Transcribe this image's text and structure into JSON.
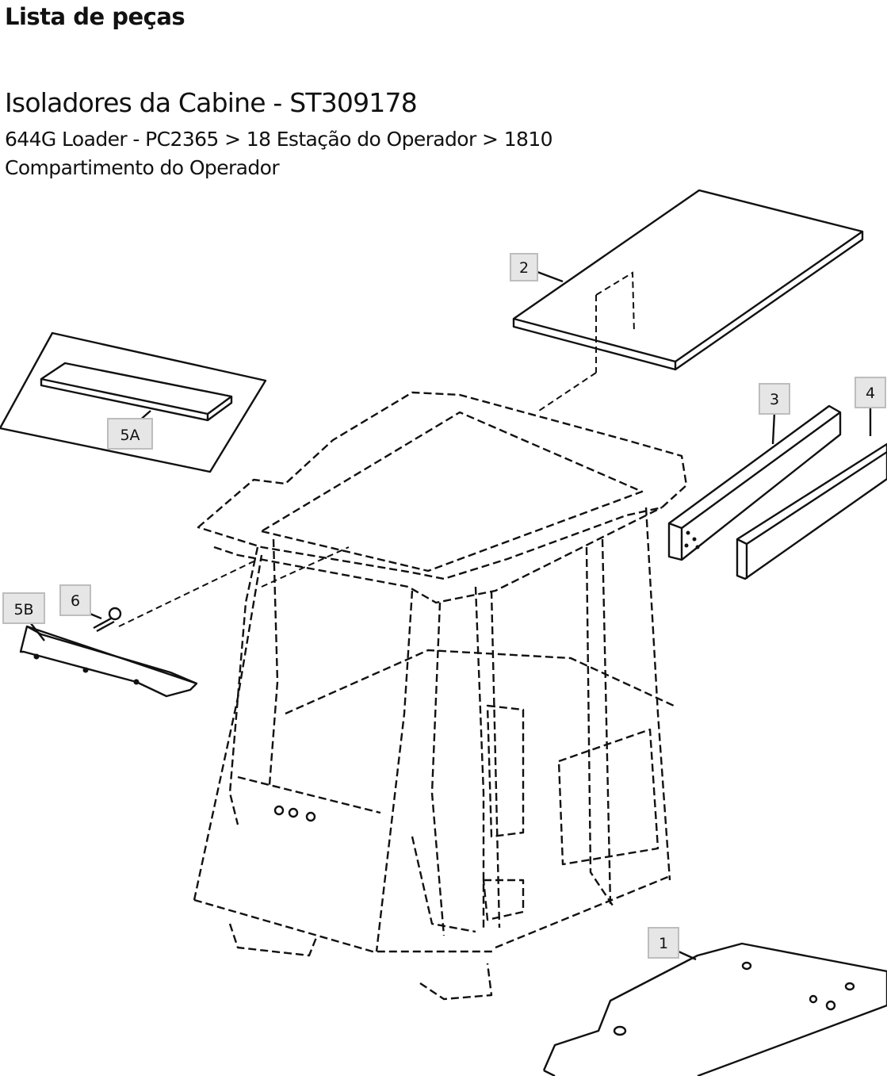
{
  "header": {
    "heading": "Lista de peças",
    "title": "Isoladores da Cabine - ST309178",
    "breadcrumb": "644G Loader - PC2365 > 18 Estação do Operador > 1810 Compartimento do Operador"
  },
  "diagram": {
    "callouts": [
      {
        "id": "1",
        "label": "1"
      },
      {
        "id": "2",
        "label": "2"
      },
      {
        "id": "3",
        "label": "3"
      },
      {
        "id": "4",
        "label": "4"
      },
      {
        "id": "5A",
        "label": "5A"
      },
      {
        "id": "5B",
        "label": "5B"
      },
      {
        "id": "6",
        "label": "6"
      }
    ]
  }
}
